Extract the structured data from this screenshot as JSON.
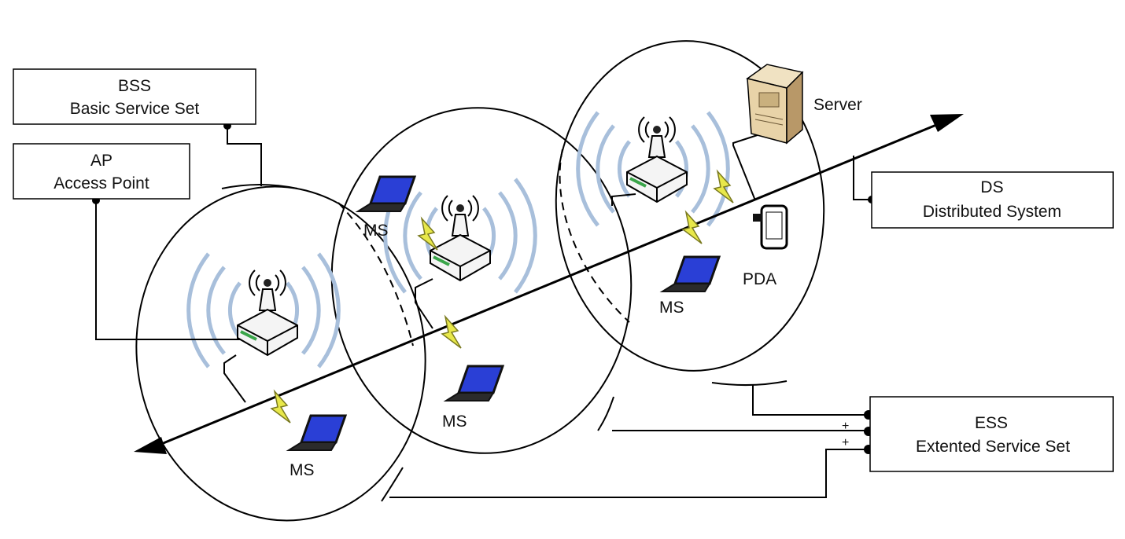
{
  "labels": {
    "bss_title": "BSS",
    "bss_subtitle": "Basic Service Set",
    "ap_title": "AP",
    "ap_subtitle": "Access Point",
    "ds_title": "DS",
    "ds_subtitle": "Distributed System",
    "ess_title": "ESS",
    "ess_subtitle": "Extented Service Set",
    "server": "Server",
    "pda": "PDA",
    "ms": "MS",
    "plus": "+"
  },
  "colors": {
    "line": "#000000",
    "wave": "#a8bfdb",
    "lightning": "#e8e84a",
    "lightning_stroke": "#7a7a20",
    "router_body": "#f4f4f4",
    "router_led": "#3aa54a",
    "laptop_screen": "#2a3fd6",
    "laptop_body": "#2b2b2b",
    "server_body": "#e8d3a8",
    "server_shadow": "#b89868"
  }
}
